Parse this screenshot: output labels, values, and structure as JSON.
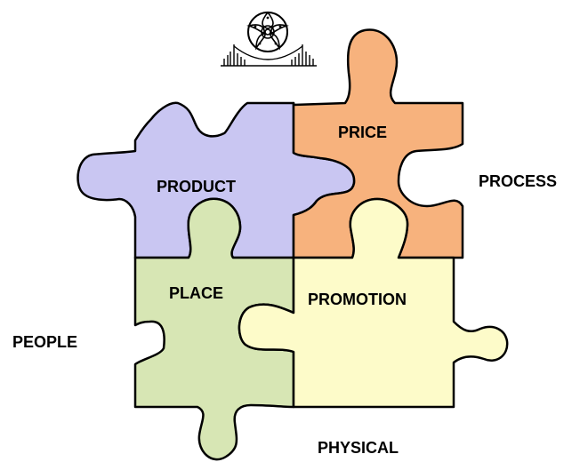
{
  "diagram": {
    "pieces": {
      "product": {
        "label": "PRODUCT",
        "color": "#c9c6f2"
      },
      "price": {
        "label": "PRICE",
        "color": "#f7b27d"
      },
      "place": {
        "label": "PLACE",
        "color": "#d7e6b4"
      },
      "promotion": {
        "label": "PROMOTION",
        "color": "#fdfbc9"
      }
    },
    "outside_labels": {
      "process": "PROCESS",
      "people": "PEOPLE",
      "physical": "PHYSICAL"
    },
    "logo": {
      "icon": "rose-bridge-logo-icon"
    }
  }
}
